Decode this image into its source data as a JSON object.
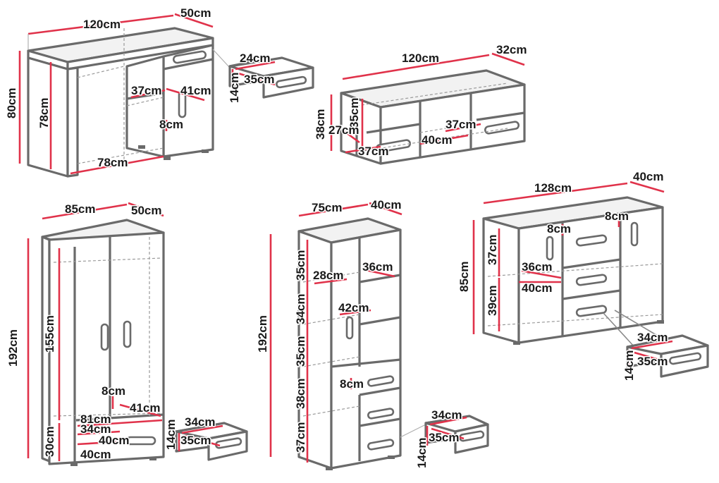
{
  "labels": {
    "desk_width": "120cm",
    "desk_depth": "50cm",
    "desk_height": "80cm",
    "desk_inner_height": "78cm",
    "desk_knee_width": "78cm",
    "desk_shelf_width": "37cm",
    "desk_shelf_depth": "41cm",
    "desk_shelf_gap": "8cm",
    "desk_drawer_width": "24cm",
    "desk_drawer_depth": "35cm",
    "desk_drawer_height": "14cm",
    "tv_width": "120cm",
    "tv_depth": "32cm",
    "tv_height": "38cm",
    "tv_inner_height": "35cm",
    "tv_inner_depth": "27cm",
    "tv_left_width": "37cm",
    "tv_middle_width": "40cm",
    "tv_right_width": "37cm",
    "wardrobe_width": "85cm",
    "wardrobe_depth": "50cm",
    "wardrobe_height": "192cm",
    "wardrobe_hanging_height": "155cm",
    "wardrobe_gap": "8cm",
    "wardrobe_inner_depth": "41cm",
    "wardrobe_inner_width": "81cm",
    "wardrobe_drawer_inner": "34cm",
    "wardrobe_drawer_width": "40cm",
    "wardrobe_drawer_width_2": "40cm",
    "wardrobe_base_height": "30cm",
    "wardrobe_drawer_w": "34cm",
    "wardrobe_drawer_d": "35cm",
    "wardrobe_drawer_h": "14cm",
    "bookcase_width": "75cm",
    "bookcase_depth": "40cm",
    "bookcase_height": "192cm",
    "bookcase_top_h": "35cm",
    "bookcase_mid_h": "34cm",
    "bookcase_low_h": "35cm",
    "bookcase_d1_h": "38cm",
    "bookcase_d2_h": "37cm",
    "bookcase_shelf_w": "28cm",
    "bookcase_shelf_d": "36cm",
    "bookcase_inner_w": "42cm",
    "bookcase_gap": "8cm",
    "bookcase_drawer_w": "34cm",
    "bookcase_drawer_d": "35cm",
    "bookcase_drawer_h": "14cm",
    "sideboard_width": "128cm",
    "sideboard_depth": "40cm",
    "sideboard_height": "85cm",
    "sideboard_top_h": "37cm",
    "sideboard_low_h": "39cm",
    "sideboard_shelf_d": "36cm",
    "sideboard_shelf_w": "40cm",
    "sideboard_gap_1": "8cm",
    "sideboard_gap_2": "8cm",
    "sideboard_drawer_w": "34cm",
    "sideboard_drawer_d": "35cm",
    "sideboard_drawer_h": "14cm"
  },
  "colors": {
    "outline": "#6a6a6a",
    "dimension": "#e0324a",
    "hidden_line": "#9a9a9a"
  }
}
